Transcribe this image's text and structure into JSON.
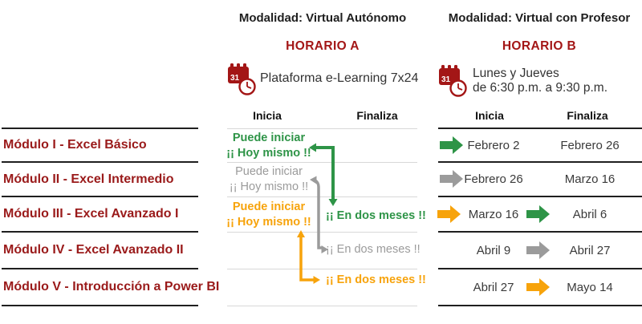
{
  "colors": {
    "accent_red": "#a31616",
    "module_red": "#9a1a1a",
    "green": "#2e9447",
    "gray": "#9b9b9b",
    "orange": "#f7a30b",
    "dark_line": "#1f1f1f",
    "light_line": "#d8d8d8"
  },
  "icons": {
    "calendar_clock": "calendar-clock-icon",
    "block_arrow": "right-block-arrow-icon"
  },
  "modules": [
    "Módulo I - Excel Básico",
    "Módulo II - Excel Intermedio",
    "Módulo III - Excel Avanzado I",
    "Módulo IV - Excel Avanzado II",
    "Módulo V - Introducción a Power BI"
  ],
  "virtual_autonomo": {
    "modality_label": "Modalidad:",
    "modality_value": "Virtual Autónomo",
    "schedule_name": "HORARIO A",
    "availability": "Plataforma e-Learning 7x24",
    "col_inicia": "Inicia",
    "col_finaliza": "Finaliza",
    "rows": [
      {
        "inicia_line1": "Puede iniciar",
        "inicia_line2": "¡¡ Hoy mismo !!",
        "inicia_color": "green"
      },
      {
        "inicia_line1": "Puede iniciar",
        "inicia_line2": "¡¡ Hoy mismo !!",
        "inicia_color": "gray"
      },
      {
        "inicia_line1": "Puede iniciar",
        "inicia_line2": "¡¡ Hoy mismo !!",
        "inicia_color": "orange",
        "finaliza": "¡¡ En dos meses !!",
        "finaliza_color": "green"
      },
      {
        "finaliza": "¡¡ En dos meses !!",
        "finaliza_color": "gray"
      },
      {
        "finaliza": "¡¡ En dos meses !!",
        "finaliza_color": "orange"
      }
    ],
    "flow_arrows": [
      {
        "color": "green",
        "from": "module-1-inicia",
        "to": "module-3-finaliza"
      },
      {
        "color": "gray",
        "from": "module-2-inicia",
        "to": "module-4-finaliza"
      },
      {
        "color": "orange",
        "from": "module-3-inicia",
        "to": "module-5-finaliza"
      }
    ]
  },
  "virtual_profesor": {
    "modality_label": "Modalidad:",
    "modality_value": "Virtual con Profesor",
    "schedule_name": "HORARIO B",
    "availability_line1": "Lunes y Jueves",
    "availability_line2": "de 6:30 p.m. a 9:30 p.m.",
    "col_inicia": "Inicia",
    "col_finaliza": "Finaliza",
    "rows": [
      {
        "inicia_arrow": "green",
        "inicia": "Febrero 2",
        "finaliza": "Febrero 26"
      },
      {
        "inicia_arrow": "gray",
        "inicia": "Febrero 26",
        "finaliza": "Marzo 16"
      },
      {
        "inicia_arrow": "orange",
        "inicia": "Marzo 16",
        "finaliza_arrow": "green",
        "finaliza": "Abril 6"
      },
      {
        "inicia": "Abril 9",
        "finaliza_arrow": "gray",
        "finaliza": "Abril 27"
      },
      {
        "inicia": "Abril 27",
        "finaliza_arrow": "orange",
        "finaliza": "Mayo 14"
      }
    ]
  }
}
